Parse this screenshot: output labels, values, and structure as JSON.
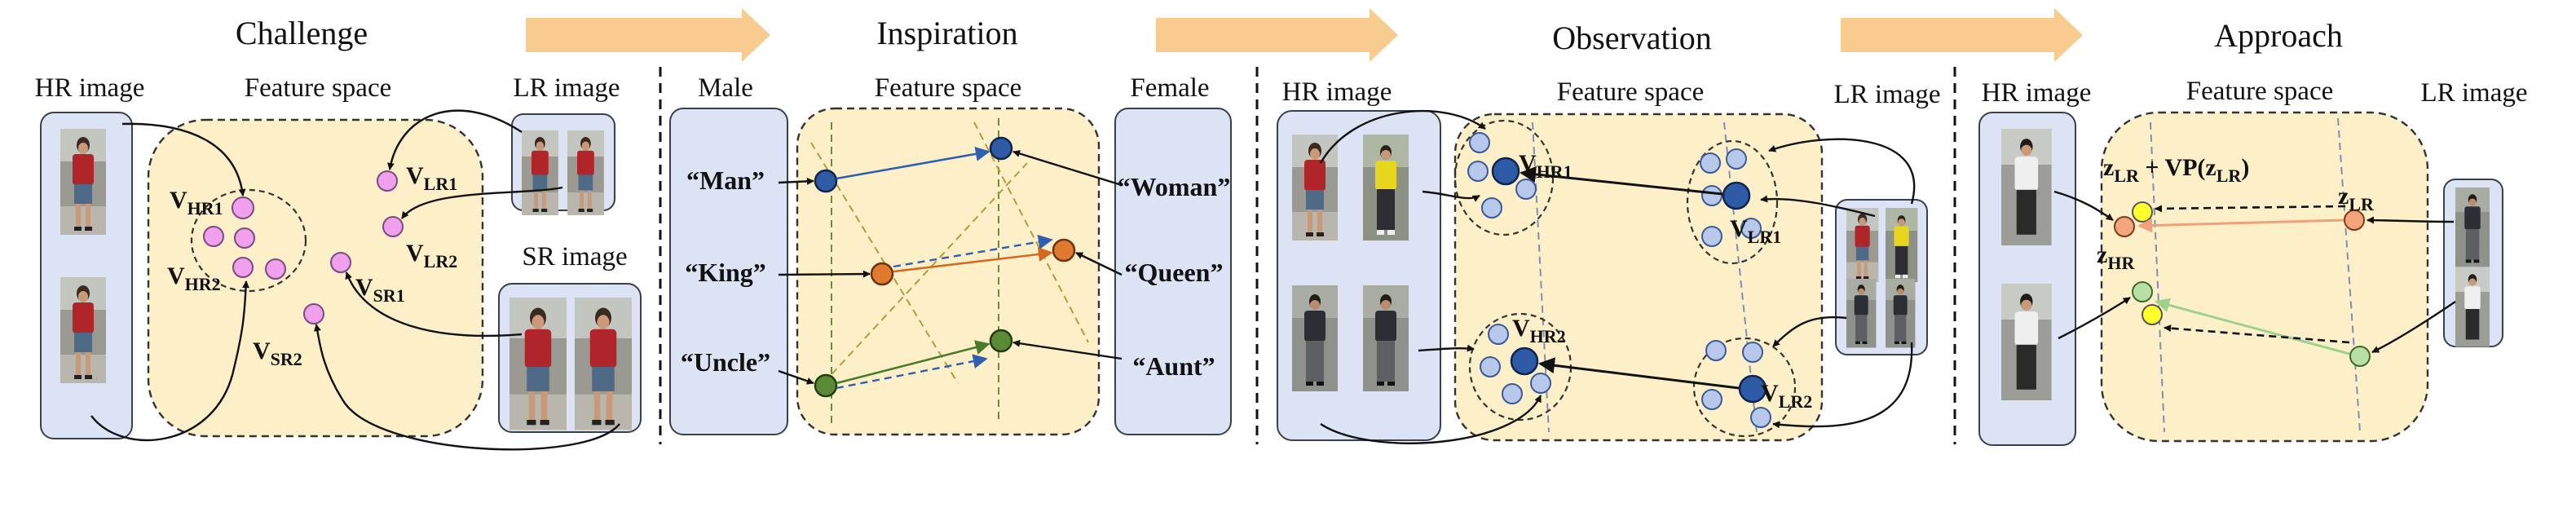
{
  "stages": {
    "challenge": {
      "title": "Challenge",
      "hr_label": "HR image",
      "space_label": "Feature space",
      "lr_label": "LR image",
      "sr_label": "SR image",
      "points": {
        "vhr1": "V",
        "vhr1_sub": "HR1",
        "vhr2": "V",
        "vhr2_sub": "HR2",
        "vlr1": "V",
        "vlr1_sub": "LR1",
        "vlr2": "V",
        "vlr2_sub": "LR2",
        "vsr1": "V",
        "vsr1_sub": "SR1",
        "vsr2": "V",
        "vsr2_sub": "SR2"
      }
    },
    "inspiration": {
      "title": "Inspiration",
      "male_label": "Male",
      "space_label": "Feature space",
      "female_label": "Female",
      "words": {
        "man": "“Man”",
        "king": "“King”",
        "uncle": "“Uncle”",
        "woman": "“Woman”",
        "queen": "“Queen”",
        "aunt": "“Aunt”"
      }
    },
    "observation": {
      "title": "Observation",
      "hr_label": "HR image",
      "space_label": "Feature space",
      "lr_label": "LR image",
      "points": {
        "vhr1": "V",
        "vhr1_sub": "HR1",
        "vhr2": "V",
        "vhr2_sub": "HR2",
        "vlr1": "V",
        "vlr1_sub": "LR1",
        "vlr2": "V",
        "vlr2_sub": "LR2"
      }
    },
    "approach": {
      "title": "Approach",
      "hr_label": "HR image",
      "space_label": "Feature space",
      "lr_label": "LR image",
      "points": {
        "zlr_vp": "z",
        "zlr_vp_sub": "LR",
        "vp_expr": " + VP(z",
        "vp_sub": "LR",
        "vp_close": ")",
        "zlr": "z",
        "zlr_sub": "LR",
        "zhr": "z",
        "zhr_sub": "HR"
      }
    }
  },
  "colors": {
    "stage_arrow": "#f8cc8e",
    "box_fill": "#dbe3f5",
    "space_fill": "#fdf0c9",
    "pink_point": "#f0a0ec",
    "blue_point": "#2f5ba6",
    "orange_point": "#e07a2e",
    "green_point": "#5b8a36",
    "yellow_point": "#ffff2a"
  }
}
